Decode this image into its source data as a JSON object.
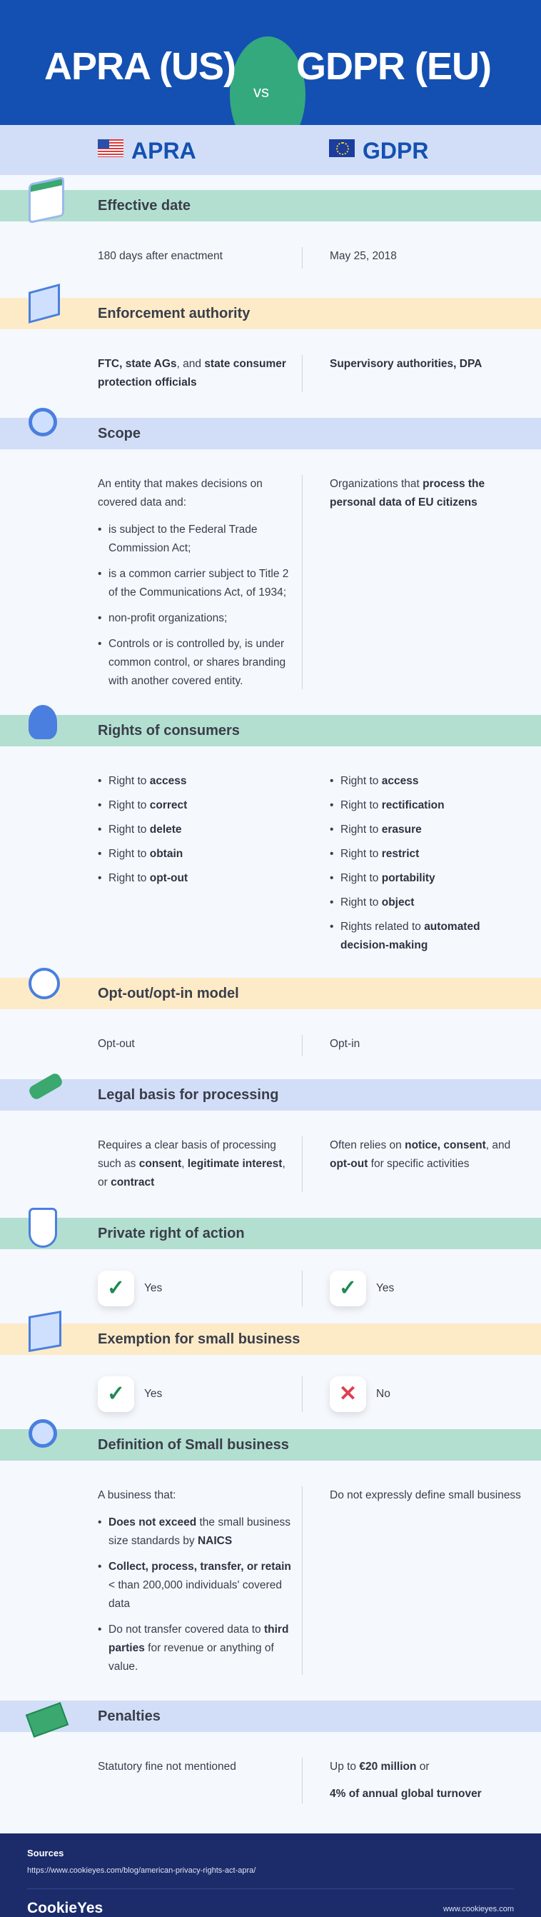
{
  "header": {
    "left": "APRA (US)",
    "vs": "vs",
    "right": "GDPR (EU)"
  },
  "columns": {
    "left": "APRA",
    "right": "GDPR",
    "left_flag": "us-flag",
    "right_flag": "eu-flag"
  },
  "colors": {
    "hero": "#1450b2",
    "vs_circle": "#35a97e",
    "green": "#b3dfd0",
    "peach": "#fdebc8",
    "blue": "#d2def7",
    "footer": "#1c2c6b"
  },
  "sections": [
    {
      "title": "Effective date",
      "icon": "calendar-icon",
      "band": "green",
      "left": [
        {
          "p": [
            {
              "t": "180 days after enactment"
            }
          ]
        }
      ],
      "right": [
        {
          "p": [
            {
              "t": "May 25, 2018"
            }
          ]
        }
      ]
    },
    {
      "title": "Enforcement authority",
      "icon": "building-icon",
      "band": "peach",
      "left": [
        {
          "p": [
            {
              "t": "FTC, state AGs",
              "b": 1
            },
            {
              "t": ", and "
            },
            {
              "t": "state consumer protection officials",
              "b": 1
            }
          ]
        }
      ],
      "right": [
        {
          "p": [
            {
              "t": "Supervisory authorities, DPA",
              "b": 1
            }
          ]
        }
      ]
    },
    {
      "title": "Scope",
      "icon": "magnifier-location-icon",
      "band": "blue",
      "left": [
        {
          "p": [
            {
              "t": "An entity that makes decisions on covered data and:"
            }
          ]
        },
        {
          "ul": [
            [
              {
                "t": "is subject to the Federal Trade Commission Act;"
              }
            ],
            [
              {
                "t": "is a common carrier subject to Title 2 of the Communications Act, of 1934;"
              }
            ],
            [
              {
                "t": "non-profit organizations;"
              }
            ],
            [
              {
                "t": "Controls or is controlled by, is under common control, or shares branding with another covered entity."
              }
            ]
          ]
        }
      ],
      "right": [
        {
          "p": [
            {
              "t": "Organizations that "
            },
            {
              "t": "process the personal data of EU citizens",
              "b": 1
            }
          ]
        }
      ]
    },
    {
      "title": "Rights of consumers",
      "icon": "user-icon",
      "band": "green",
      "tight": 1,
      "left": [
        {
          "ul": [
            [
              {
                "t": "Right to "
              },
              {
                "t": "access",
                "b": 1
              }
            ],
            [
              {
                "t": "Right to "
              },
              {
                "t": "correct",
                "b": 1
              }
            ],
            [
              {
                "t": "Right to "
              },
              {
                "t": "delete",
                "b": 1
              }
            ],
            [
              {
                "t": "Right to "
              },
              {
                "t": "obtain",
                "b": 1
              }
            ],
            [
              {
                "t": "Right to "
              },
              {
                "t": "opt-out",
                "b": 1
              }
            ]
          ]
        }
      ],
      "right": [
        {
          "ul": [
            [
              {
                "t": "Right to "
              },
              {
                "t": "access",
                "b": 1
              }
            ],
            [
              {
                "t": "Right to "
              },
              {
                "t": "rectification",
                "b": 1
              }
            ],
            [
              {
                "t": "Right to "
              },
              {
                "t": "erasure",
                "b": 1
              }
            ],
            [
              {
                "t": "Right to "
              },
              {
                "t": "restrict",
                "b": 1
              }
            ],
            [
              {
                "t": "Right to "
              },
              {
                "t": "portability",
                "b": 1
              }
            ],
            [
              {
                "t": "Right to "
              },
              {
                "t": "object",
                "b": 1
              }
            ],
            [
              {
                "t": "Rights related to "
              },
              {
                "t": "automated decision-making",
                "b": 1
              }
            ]
          ]
        }
      ]
    },
    {
      "title": "Opt-out/opt-in model",
      "icon": "cursor-cancel-icon",
      "band": "peach",
      "left": [
        {
          "p": [
            {
              "t": "Opt-out"
            }
          ]
        }
      ],
      "right": [
        {
          "p": [
            {
              "t": "Opt-in"
            }
          ]
        }
      ]
    },
    {
      "title": "Legal basis for processing",
      "icon": "gavel-icon",
      "band": "blue",
      "left": [
        {
          "p": [
            {
              "t": "Requires a clear basis of processing such as "
            },
            {
              "t": "consent",
              "b": 1
            },
            {
              "t": ", "
            },
            {
              "t": "legitimate interest",
              "b": 1
            },
            {
              "t": ", or "
            },
            {
              "t": "contract",
              "b": 1
            }
          ]
        }
      ],
      "right": [
        {
          "p": [
            {
              "t": "Often relies on "
            },
            {
              "t": "notice, consent",
              "b": 1
            },
            {
              "t": ", and "
            },
            {
              "t": "opt-out",
              "b": 1
            },
            {
              "t": " for specific activities"
            }
          ]
        }
      ]
    },
    {
      "title": "Private right of action",
      "icon": "shield-user-icon",
      "band": "green",
      "left": [
        {
          "mark": "yes",
          "label": "Yes"
        }
      ],
      "right": [
        {
          "mark": "yes",
          "label": "Yes"
        }
      ]
    },
    {
      "title": "Exemption for small business",
      "icon": "shop-icon",
      "band": "peach",
      "left": [
        {
          "mark": "yes",
          "label": "Yes"
        }
      ],
      "right": [
        {
          "mark": "no",
          "label": "No"
        }
      ]
    },
    {
      "title": "Definition of Small business",
      "icon": "magnifier-shop-icon",
      "band": "green",
      "left": [
        {
          "p": [
            {
              "t": "A business that:"
            }
          ]
        },
        {
          "ul": [
            [
              {
                "t": "Does not exceed",
                "b": 1
              },
              {
                "t": " the small business size standards by "
              },
              {
                "t": "NAICS",
                "b": 1
              }
            ],
            [
              {
                "t": "Collect, process, transfer, or retain",
                "b": 1
              },
              {
                "t": " < than 200,000 individuals' covered data"
              }
            ],
            [
              {
                "t": "Do not transfer covered data to "
              },
              {
                "t": "third parties",
                "b": 1
              },
              {
                "t": " for revenue or anything of value."
              }
            ]
          ]
        }
      ],
      "right": [
        {
          "p": [
            {
              "t": "Do not expressly define small business"
            }
          ]
        }
      ]
    },
    {
      "title": "Penalties",
      "icon": "money-icon",
      "band": "blue",
      "left": [
        {
          "p": [
            {
              "t": "Statutory fine not mentioned"
            }
          ]
        }
      ],
      "right": [
        {
          "p": [
            {
              "t": "Up to "
            },
            {
              "t": "€20 million",
              "b": 1
            },
            {
              "t": "  or"
            }
          ]
        },
        {
          "p": [
            {
              "t": " 4% of annual global turnover",
              "b": 1
            }
          ]
        }
      ]
    }
  ],
  "footer": {
    "sources_label": "Sources",
    "url": "https://www.cookieyes.com/blog/american-privacy-rights-act-apra/",
    "logo": "CookieYes",
    "site": "www.cookieyes.com"
  }
}
